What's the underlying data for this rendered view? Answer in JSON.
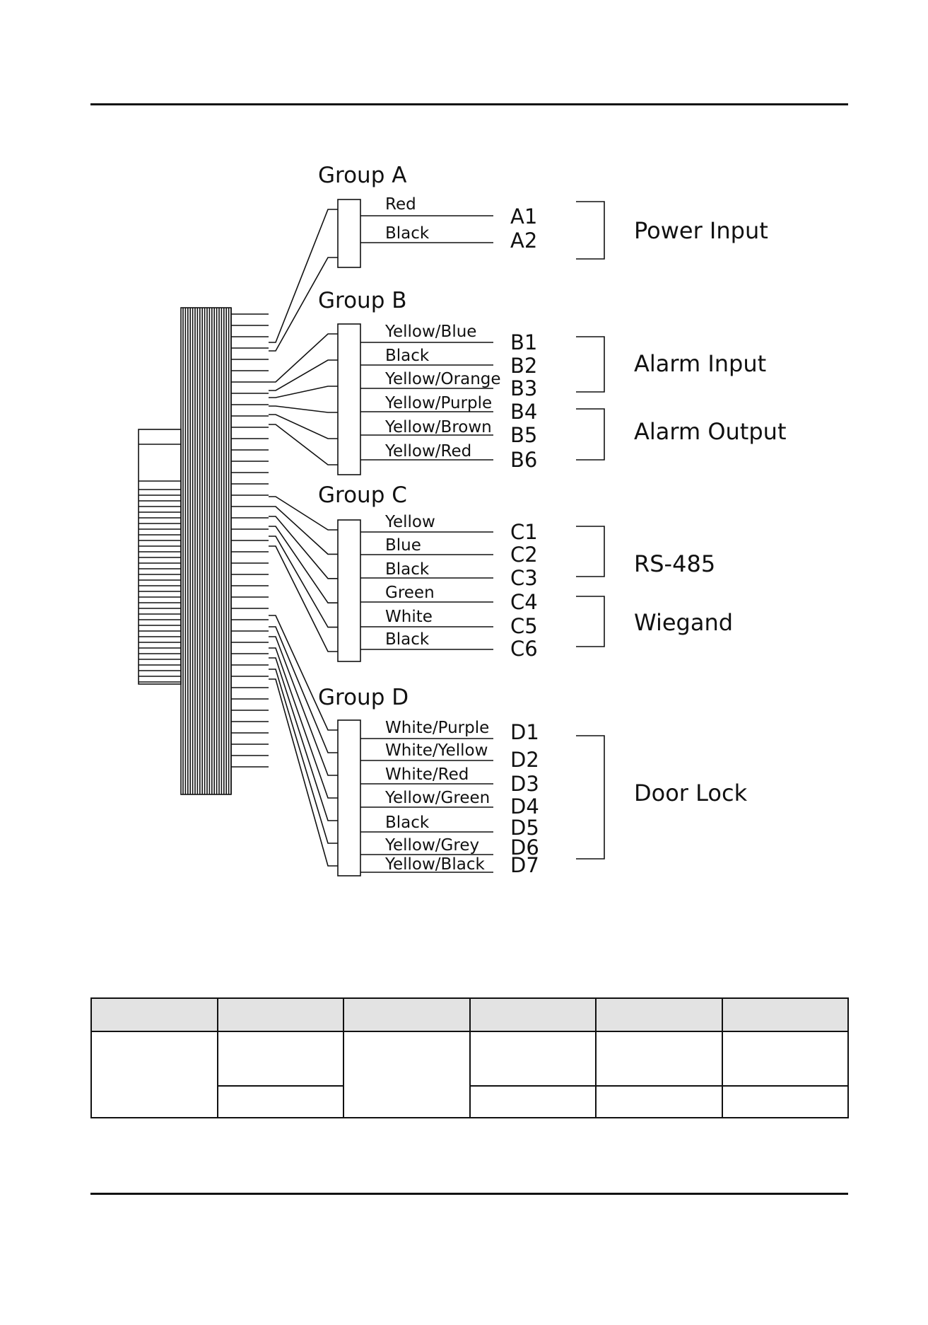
{
  "groups": [
    {
      "title": "Group A",
      "wires": [
        {
          "color": "Red",
          "pin": "A1"
        },
        {
          "color": "Black",
          "pin": "A2"
        }
      ]
    },
    {
      "title": "Group B",
      "wires": [
        {
          "color": "Yellow/Blue",
          "pin": "B1"
        },
        {
          "color": "Black",
          "pin": "B2"
        },
        {
          "color": "Yellow/Orange",
          "pin": "B3"
        },
        {
          "color": "Yellow/Purple",
          "pin": "B4"
        },
        {
          "color": "Yellow/Brown",
          "pin": "B5"
        },
        {
          "color": "Yellow/Red",
          "pin": "B6"
        }
      ]
    },
    {
      "title": "Group C",
      "wires": [
        {
          "color": "Yellow",
          "pin": "C1"
        },
        {
          "color": "Blue",
          "pin": "C2"
        },
        {
          "color": "Black",
          "pin": "C3"
        },
        {
          "color": "Green",
          "pin": "C4"
        },
        {
          "color": "White",
          "pin": "C5"
        },
        {
          "color": "Black",
          "pin": "C6"
        }
      ]
    },
    {
      "title": "Group D",
      "wires": [
        {
          "color": "White/Purple",
          "pin": "D1"
        },
        {
          "color": "White/Yellow",
          "pin": "D2"
        },
        {
          "color": "White/Red",
          "pin": "D3"
        },
        {
          "color": "Yellow/Green",
          "pin": "D4"
        },
        {
          "color": "Black",
          "pin": "D5"
        },
        {
          "color": "Yellow/Grey",
          "pin": "D6"
        },
        {
          "color": "Yellow/Black",
          "pin": "D7"
        }
      ]
    }
  ],
  "functions": [
    {
      "label": "Power Input",
      "pins": "A1–A2"
    },
    {
      "label": "Alarm Input",
      "pins": "B1–B3"
    },
    {
      "label": "Alarm Output",
      "pins": "B4–B6"
    },
    {
      "label": "RS-485",
      "pins": "C1–C3"
    },
    {
      "label": "Wiegand",
      "pins": "C4–C6"
    },
    {
      "label": "Door Lock",
      "pins": "D1–D7"
    }
  ]
}
